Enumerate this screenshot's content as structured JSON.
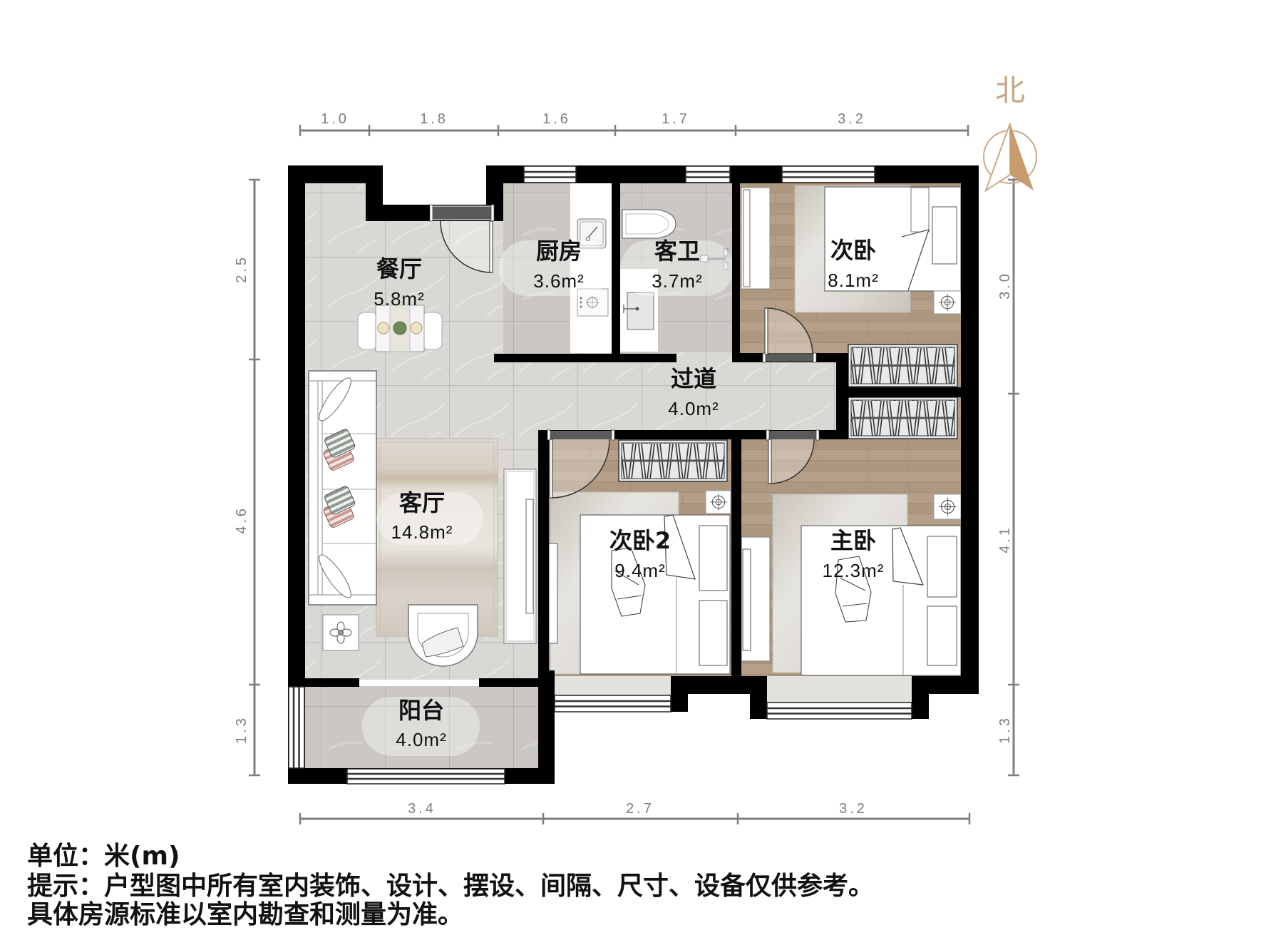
{
  "compass": {
    "label": "北",
    "icon": "north-arrow-icon"
  },
  "dimensions": {
    "top": [
      "1.0",
      "1.8",
      "1.6",
      "1.7",
      "3.2"
    ],
    "bottom": [
      "3.4",
      "2.7",
      "3.2"
    ],
    "left": [
      "2.5",
      "4.6",
      "1.3"
    ],
    "right": [
      "3.0",
      "4.1",
      "1.3"
    ]
  },
  "rooms": {
    "dining": {
      "name": "餐厅",
      "area": "5.8m²"
    },
    "kitchen": {
      "name": "厨房",
      "area": "3.6m²"
    },
    "guest_bath": {
      "name": "客卫",
      "area": "3.7m²"
    },
    "second_bedroom": {
      "name": "次卧",
      "area": "8.1m²"
    },
    "hallway": {
      "name": "过道",
      "area": "4.0m²"
    },
    "living": {
      "name": "客厅",
      "area": "14.8m²"
    },
    "second_bedroom_2": {
      "name": "次卧2",
      "area": "9.4m²"
    },
    "master_bedroom": {
      "name": "主卧",
      "area": "12.3m²"
    },
    "balcony": {
      "name": "阳台",
      "area": "4.0m²"
    }
  },
  "notes": {
    "unit": "单位：米(m)",
    "disclaimer": "提示：户型图中所有室内装饰、设计、摆设、间隔、尺寸、设备仅供参考。",
    "standard": "具体房源标准以室内勘查和测量为准。"
  },
  "colors": {
    "wall": "#000000",
    "marble_floor": "#dad8d4",
    "wet_area_tile": "#cbc8c3",
    "wood_floor": "#b59f89",
    "dimension_line": "#7f7f7f",
    "compass_accent": "#c89b6d"
  }
}
